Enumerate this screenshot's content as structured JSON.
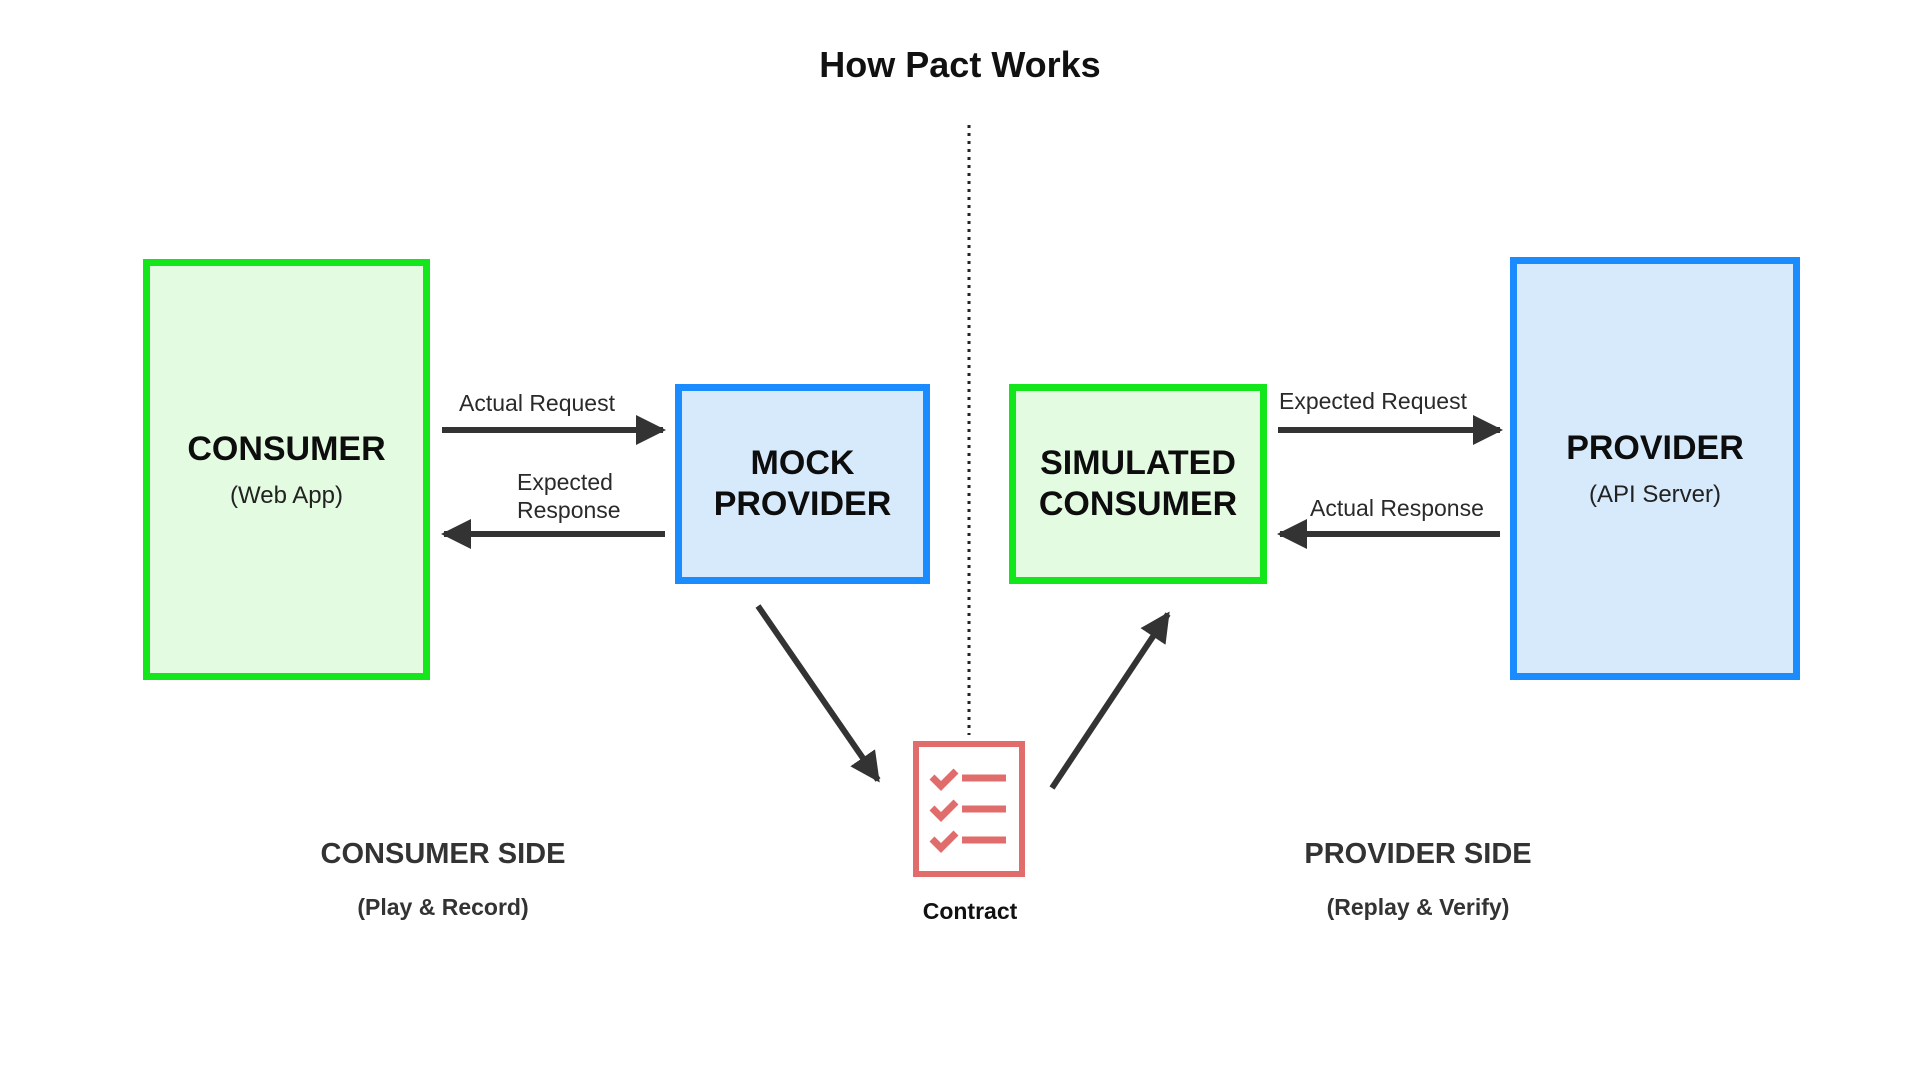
{
  "title": "How Pact Works",
  "boxes": {
    "consumer": {
      "title": "CONSUMER",
      "subtitle": "(Web App)"
    },
    "mock_provider": {
      "title_line1": "MOCK",
      "title_line2": "PROVIDER"
    },
    "simulated_consumer": {
      "title_line1": "SIMULATED",
      "title_line2": "CONSUMER"
    },
    "provider": {
      "title": "PROVIDER",
      "subtitle": "(API Server)"
    }
  },
  "arrows": {
    "actual_request": "Actual Request",
    "expected_response_line1": "Expected",
    "expected_response_line2": "Response",
    "expected_request": "Expected Request",
    "actual_response": "Actual Response"
  },
  "contract": {
    "label": "Contract"
  },
  "sides": {
    "consumer": {
      "title": "CONSUMER SIDE",
      "subtitle": "(Play & Record)"
    },
    "provider": {
      "title": "PROVIDER SIDE",
      "subtitle": "(Replay & Verify)"
    }
  },
  "colors": {
    "consumer_border": "#14e61c",
    "consumer_fill": "#e3fbe0",
    "provider_border": "#1a8cff",
    "provider_fill": "#d6eafc",
    "arrow": "#333333",
    "contract": "#e06c6c"
  }
}
